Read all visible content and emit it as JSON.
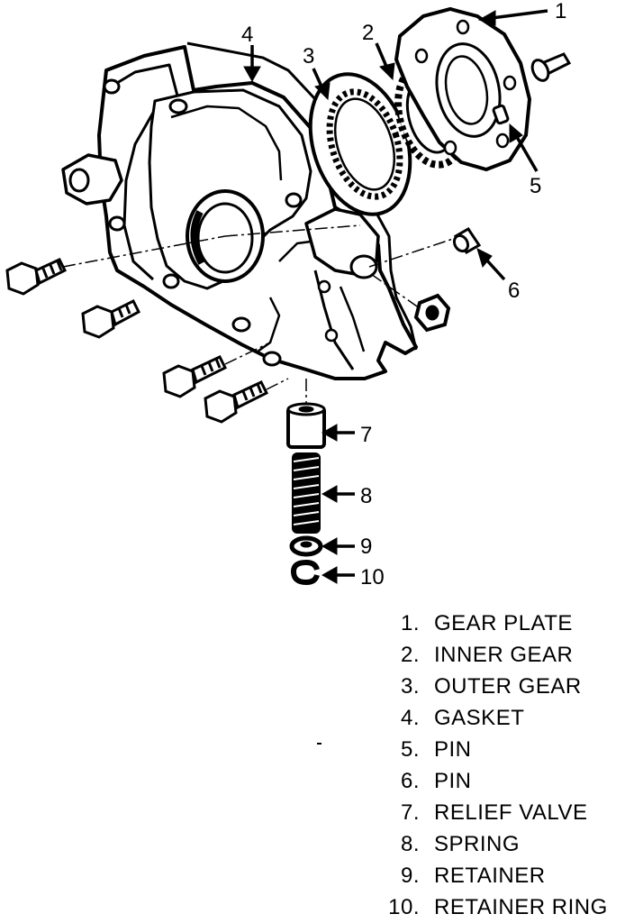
{
  "callouts": [
    {
      "id": "1",
      "text": "1"
    },
    {
      "id": "2",
      "text": "2"
    },
    {
      "id": "3",
      "text": "3"
    },
    {
      "id": "4",
      "text": "4"
    },
    {
      "id": "5",
      "text": "5"
    },
    {
      "id": "6",
      "text": "6"
    },
    {
      "id": "7",
      "text": "7"
    },
    {
      "id": "8",
      "text": "8"
    },
    {
      "id": "9",
      "text": "9"
    },
    {
      "id": "10",
      "text": "10"
    }
  ],
  "legend": [
    {
      "number": "1.",
      "label": "GEAR PLATE"
    },
    {
      "number": "2.",
      "label": "INNER GEAR"
    },
    {
      "number": "3.",
      "label": "OUTER GEAR"
    },
    {
      "number": "4.",
      "label": "GASKET"
    },
    {
      "number": "5.",
      "label": "PIN"
    },
    {
      "number": "6.",
      "label": "PIN"
    },
    {
      "number": "7.",
      "label": "RELIEF VALVE"
    },
    {
      "number": "8.",
      "label": "SPRING"
    },
    {
      "number": "9.",
      "label": "RETAINER"
    },
    {
      "number": "10.",
      "label": "RETAINER RING"
    }
  ]
}
